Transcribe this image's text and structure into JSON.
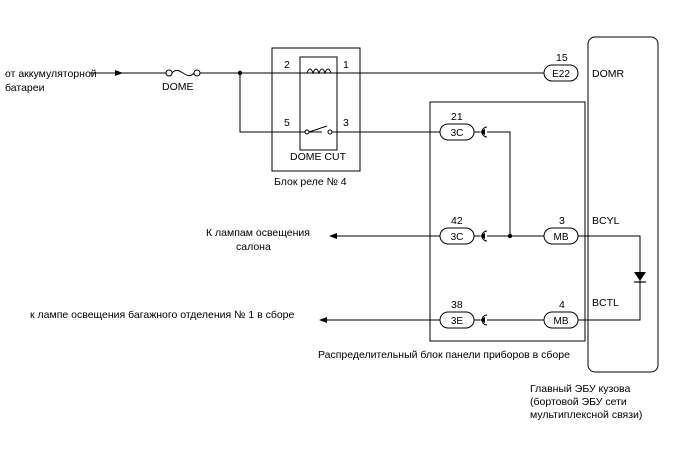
{
  "battery": {
    "label_line1": "от аккумуляторной",
    "label_line2": "батареи"
  },
  "fuse": {
    "label": "DOME"
  },
  "relay": {
    "name": "DOME CUT",
    "block_label": "Блок реле № 4",
    "pins": {
      "p1": "1",
      "p2": "2",
      "p3": "3",
      "p5": "5"
    }
  },
  "ecu": {
    "label_line1": "Главный ЭБУ кузова",
    "label_line2": "(бортовой ЭБУ сети",
    "label_line3": "мультиплексной связи)",
    "terminals": {
      "domr": "DOMR",
      "bcyl": "BCYL",
      "bctl": "BCTL"
    }
  },
  "junction_block": {
    "label": "Распределительный блок панели приборов в сборе"
  },
  "connectors": {
    "e22": {
      "code": "E22",
      "pin": "15"
    },
    "c3_21": {
      "code": "3C",
      "pin": "21"
    },
    "c3_42": {
      "code": "3C",
      "pin": "42"
    },
    "e3_38": {
      "code": "3E",
      "pin": "38"
    },
    "mb_3": {
      "code": "MB",
      "pin": "3"
    },
    "mb_4": {
      "code": "MB",
      "pin": "4"
    }
  },
  "outputs": {
    "interior": {
      "line1": "К лампам освещения",
      "line2": "салона"
    },
    "luggage": {
      "text": "к лампе освещения багажного отделения № 1 в сборе"
    }
  }
}
